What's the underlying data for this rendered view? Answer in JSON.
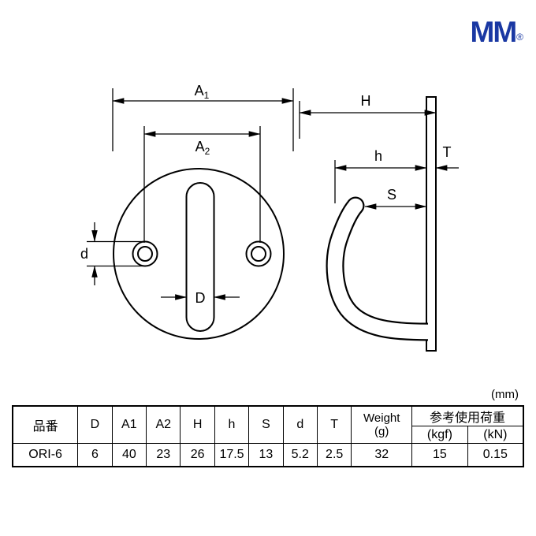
{
  "logo": {
    "text": "MM",
    "registered": "®",
    "color": "#1a38a3"
  },
  "unit_label": "(mm)",
  "drawing": {
    "front_view": {
      "labels": {
        "a1": {
          "text": "A",
          "sub": "1"
        },
        "a2": {
          "text": "A",
          "sub": "2"
        },
        "slot_width": "D",
        "hole_diameter": "d"
      }
    },
    "side_view": {
      "labels": {
        "overall_height": "H",
        "inner_height": "h",
        "opening": "S",
        "thickness": "T"
      }
    }
  },
  "table": {
    "headers": {
      "part_no": "品番",
      "d_upper": "D",
      "a1": "A1",
      "a2": "A2",
      "h_upper": "H",
      "h_lower": "h",
      "s": "S",
      "d_lower": "d",
      "t": "T",
      "weight_line1": "Weight",
      "weight_line2": "(g)",
      "load_group": "参考使用荷重",
      "load_kgf": "(kgf)",
      "load_kn": "(kN)"
    },
    "row": {
      "part_no": "ORI-6",
      "d_upper": "6",
      "a1": "40",
      "a2": "23",
      "h_upper": "26",
      "h_lower": "17.5",
      "s": "13",
      "d_lower": "5.2",
      "t": "2.5",
      "weight": "32",
      "load_kgf": "15",
      "load_kn": "0.15"
    }
  }
}
